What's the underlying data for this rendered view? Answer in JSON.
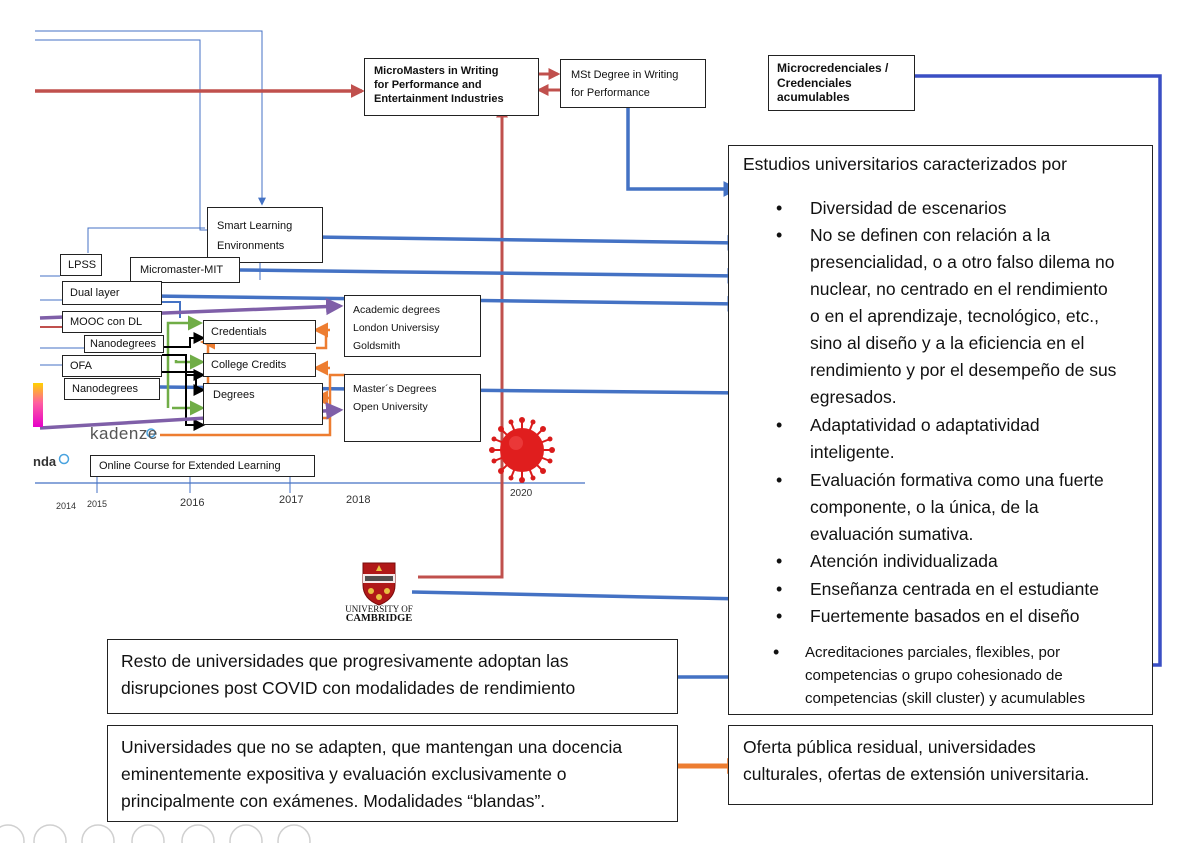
{
  "top": {
    "micromasters": [
      "MicroMasters in Writing",
      "for Performance and",
      "Entertainment Industries"
    ],
    "mst_degree": [
      "MSt Degree in Writing",
      "for Performance"
    ],
    "microcredenciales": [
      "Microcredenciales /",
      "Credenciales",
      "acumulables"
    ]
  },
  "timeline": {
    "smart_learning": [
      "Smart Learning",
      "Environments"
    ],
    "lpss": "LPSS",
    "micromaster_mit": "Micromaster-MIT",
    "dual_layer": "Dual layer",
    "mooc_con_dl": "MOOC con DL",
    "nanodegrees_1": "Nanodegrees",
    "ofa": "OFA",
    "nanodegrees_2": "Nanodegrees",
    "credentials": "Credentials",
    "college_credits": "College Credits",
    "degrees": "Degrees",
    "academic_degrees": [
      "Academic degrees",
      "London Universisy",
      "Goldsmith"
    ],
    "masters_degrees": [
      "Master´s Degrees",
      "Open University"
    ],
    "kadenze": "kadenze",
    "nda": "nda",
    "online_course": "Online Course for Extended Learning",
    "years": [
      "2014",
      "2015",
      "2016",
      "2017",
      "2018",
      "2020"
    ],
    "cambridge": [
      "UNIVERSITY OF",
      "CAMBRIDGE"
    ]
  },
  "studies": {
    "heading": "Estudios universitarios caracterizados por",
    "bullets": [
      [
        "Diversidad de escenarios"
      ],
      [
        "No se definen con relación a la",
        "presencialidad, o a otro falso dilema no",
        "nuclear, no centrado en el rendimiento",
        "o en el aprendizaje, tecnológico, etc.,",
        "sino al diseño y a la eficiencia en el",
        "rendimiento y por el desempeño de sus",
        "egresados."
      ],
      [
        "Adaptatividad o adaptatividad",
        "inteligente."
      ],
      [
        "Evaluación formativa como una fuerte",
        "componente, o la única, de la",
        "evaluación sumativa."
      ],
      [
        "Atención individualizada"
      ],
      [
        "Enseñanza centrada en el estudiante"
      ],
      [
        "Fuertemente basados en el diseño"
      ],
      [
        "Acreditaciones parciales, flexibles, por",
        "competencias o grupo cohesionado de",
        "competencias (skill cluster) y acumulables"
      ]
    ]
  },
  "bottom": {
    "resto": [
      "Resto de universidades que progresivamente adoptan las",
      "disrupciones post COVID con modalidades de rendimiento"
    ],
    "no_adapten": [
      "Universidades que no se adapten, que mantengan una docencia",
      "eminentemente expositiva y evaluación exclusivamente o",
      "principalmente con exámenes. Modalidades “blandas”."
    ],
    "oferta": [
      "Oferta pública residual, universidades",
      "culturales, ofertas de extensión universitaria."
    ]
  },
  "colors": {
    "blue": "#4472c4",
    "red": "#c0504d",
    "orange": "#ed7d31",
    "green": "#70ad47",
    "purple": "#7f5fa8",
    "navy": "#3a4fc4",
    "covid": "#d91b1b"
  }
}
